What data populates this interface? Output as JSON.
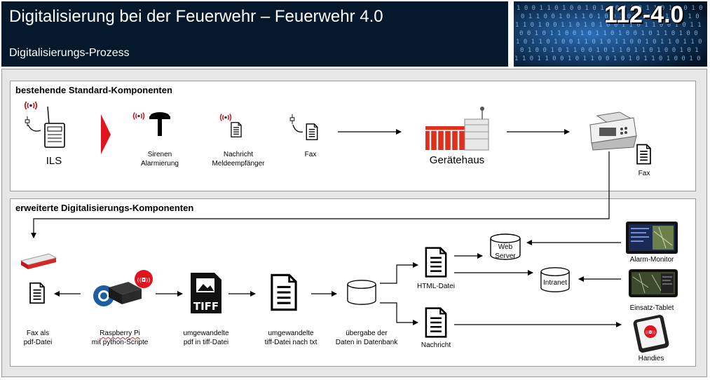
{
  "header": {
    "title": "Digitalisierung bei der Feuerwehr – Feuerwehr 4.0",
    "subtitle": "Digitalisierungs-Prozess",
    "badge": "112-4.0"
  },
  "standard": {
    "title": "bestehende Standard-Komponenten",
    "ils_label": "ILS",
    "sirenen_label": [
      "Sirenen",
      "Alarmierung"
    ],
    "nachricht_label": [
      "Nachricht",
      "Meldeempfänger"
    ],
    "fax_label": "Fax",
    "geraetehaus_label": "Gerätehaus",
    "fax_machine_label": "Fax"
  },
  "extended": {
    "title": "erweiterte Digitalisierungs-Komponenten",
    "fax_pdf_label": [
      "Fax als",
      "pdf-Datei"
    ],
    "raspberry_label": [
      "Raspberry Pi",
      "mit python-Scripte"
    ],
    "tiff_label": [
      "umgewandelte",
      "pdf in tiff-Datei"
    ],
    "txt_label": [
      "umgewandelte",
      "tiff-Datei nach txt"
    ],
    "db_label": [
      "übergabe der",
      "Daten in Datenbank"
    ],
    "html_label": "HTML-Datei",
    "nachricht_label": "Nachricht",
    "webserver_label": [
      "Web",
      "Server"
    ],
    "intranet_label": "Intranet",
    "alarm_monitor_label": "Alarm-Monitor",
    "einsatz_tablet_label": "Einsatz-Tablet",
    "handies_label": "Handies",
    "tiff_icon_text": "TIFF"
  },
  "colors": {
    "header_bg": "#06182c",
    "accent_red": "#e0141e",
    "panel_bg": "#e6e6e6"
  }
}
